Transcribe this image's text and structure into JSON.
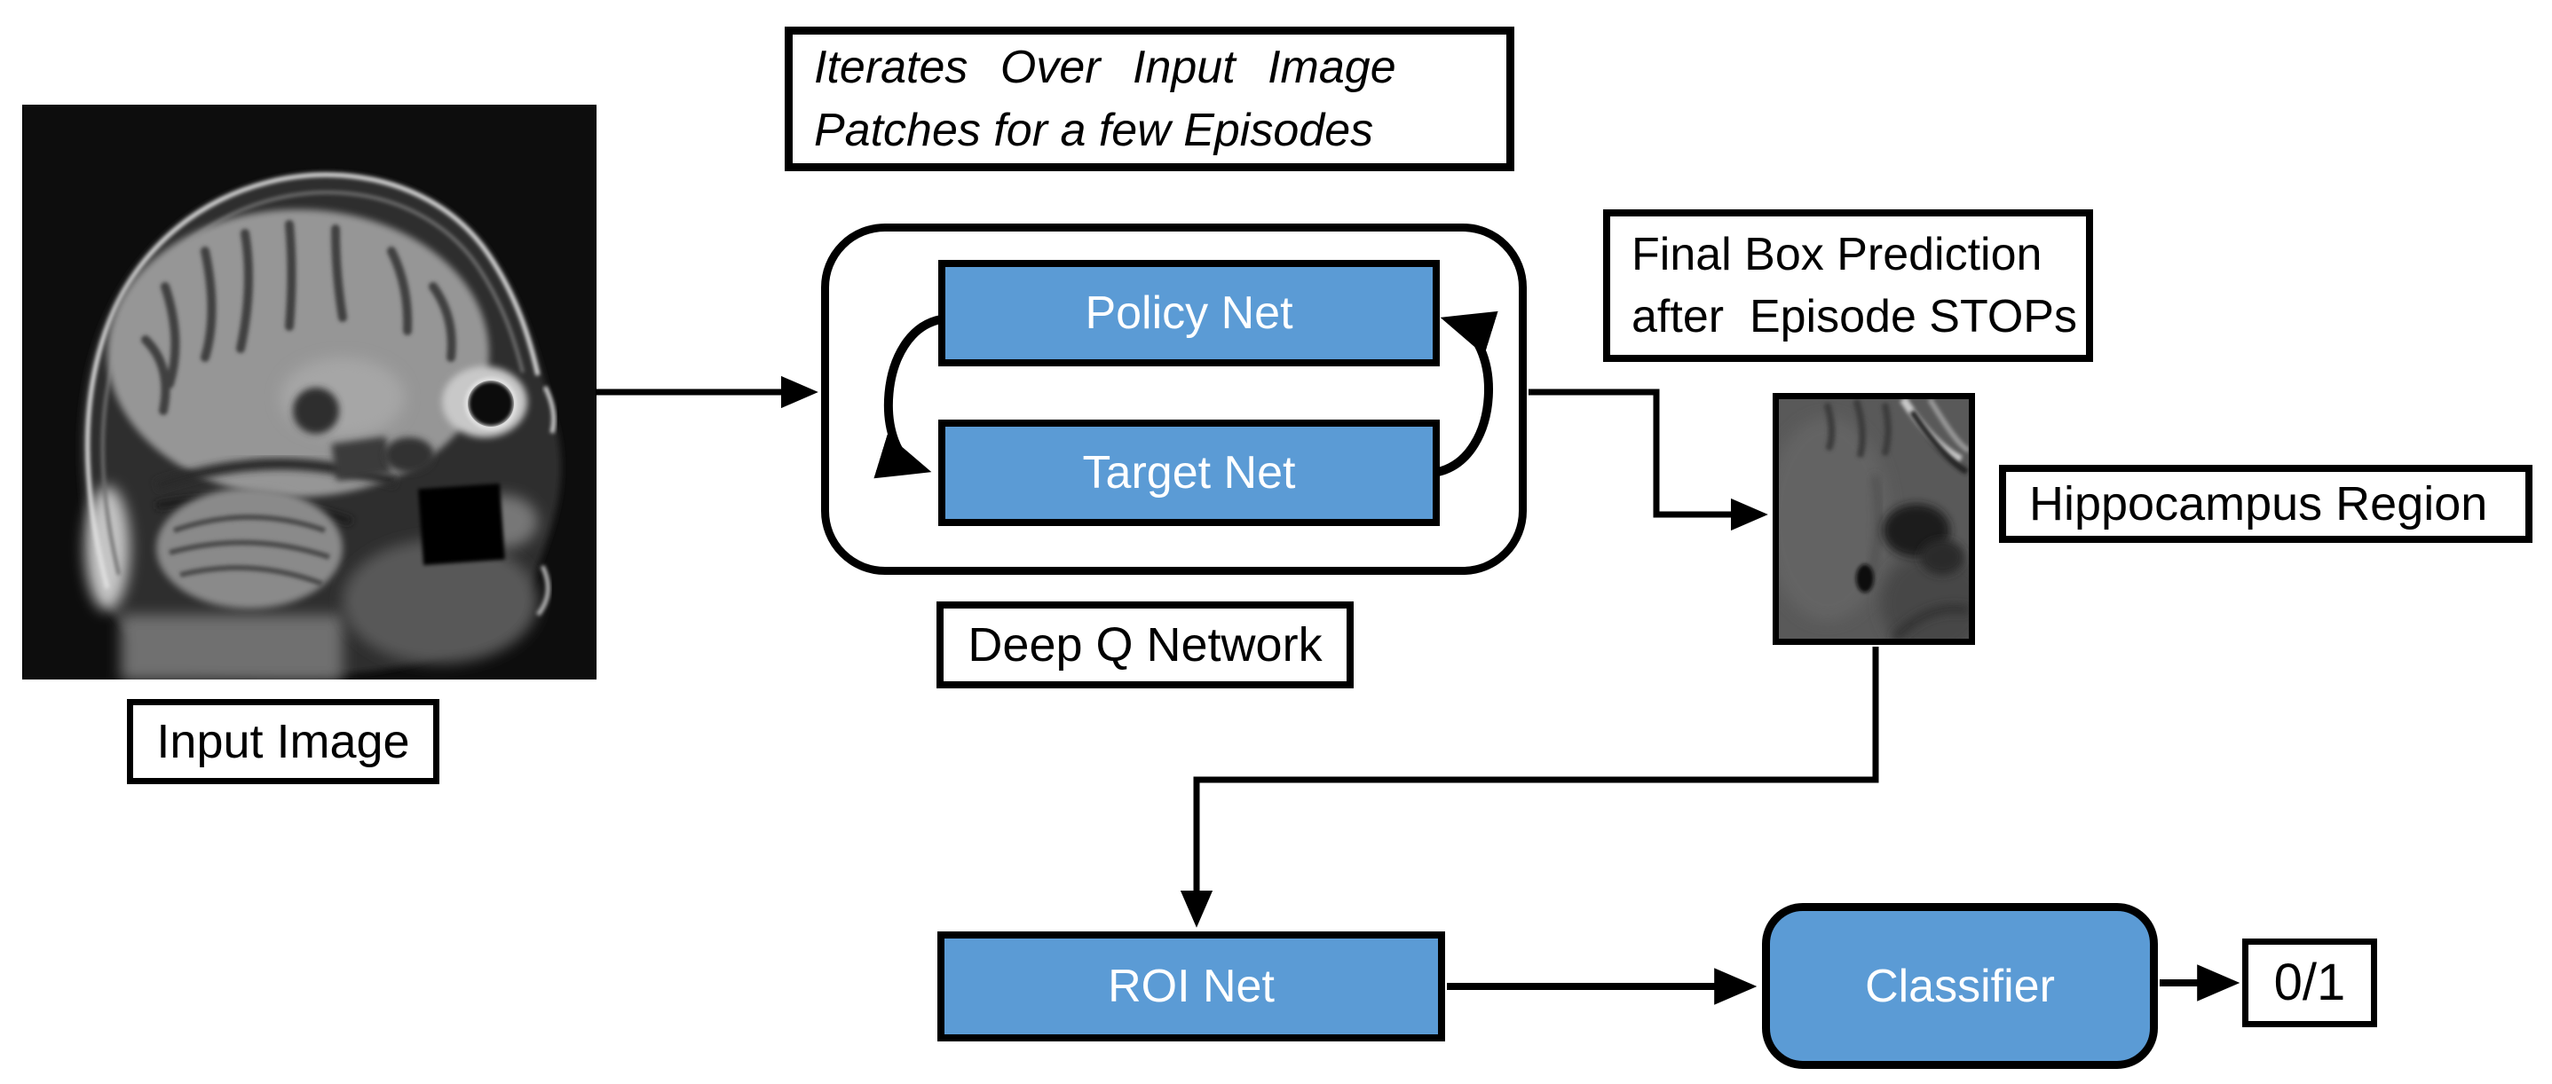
{
  "diagram": {
    "title": "Deep Q Network hippocampus detection pipeline",
    "colors": {
      "background": "#FFFFFF",
      "node_blue": "#5B9BD5",
      "outline": "#000000",
      "text_on_blue": "#FFFFFF",
      "text": "#000000"
    },
    "nodes": {
      "iterates_note": {
        "line1": "Iterates Over Input Image",
        "line2": "Patches for a few Episodes"
      },
      "policy_net": {
        "label": "Policy Net"
      },
      "target_net": {
        "label": "Target Net"
      },
      "dqn_label": {
        "label": "Deep Q Network"
      },
      "input_image_label": {
        "label": "Input Image"
      },
      "final_box_note": {
        "line1": "Final Box Prediction",
        "line2": "after  Episode STOPs"
      },
      "hippocampus_label": {
        "label": "Hippocampus Region"
      },
      "roi_net": {
        "label": "ROI Net"
      },
      "classifier": {
        "label": "Classifier"
      },
      "output": {
        "label": "0/1"
      }
    },
    "images": {
      "input_mri": "sagittal brain MRI scan",
      "hippocampus_patch": "zoomed MRI patch of hippocampus region"
    },
    "edges": [
      {
        "from": "input_image",
        "to": "deep_q_network"
      },
      {
        "from": "policy_net",
        "to": "target_net",
        "style": "curved"
      },
      {
        "from": "target_net",
        "to": "policy_net",
        "style": "curved"
      },
      {
        "from": "deep_q_network",
        "to": "hippocampus_patch"
      },
      {
        "from": "hippocampus_patch",
        "to": "roi_net"
      },
      {
        "from": "roi_net",
        "to": "classifier"
      },
      {
        "from": "classifier",
        "to": "output"
      }
    ]
  }
}
